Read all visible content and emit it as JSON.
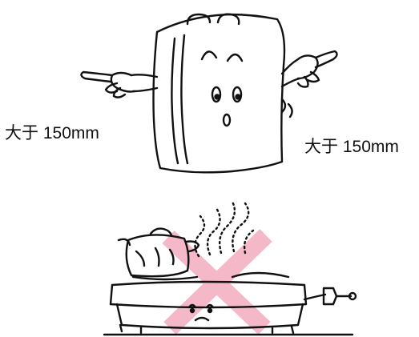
{
  "labels": {
    "left_clearance": "大于 150mm",
    "right_clearance": "大于 150mm"
  },
  "illustrations": {
    "top": "refrigerator-character-pointing-both-sides",
    "bottom": "gas-stove-with-kettle-crossed-out"
  },
  "colors": {
    "line": "#111111",
    "cross_mark": "#f4b8c8"
  }
}
